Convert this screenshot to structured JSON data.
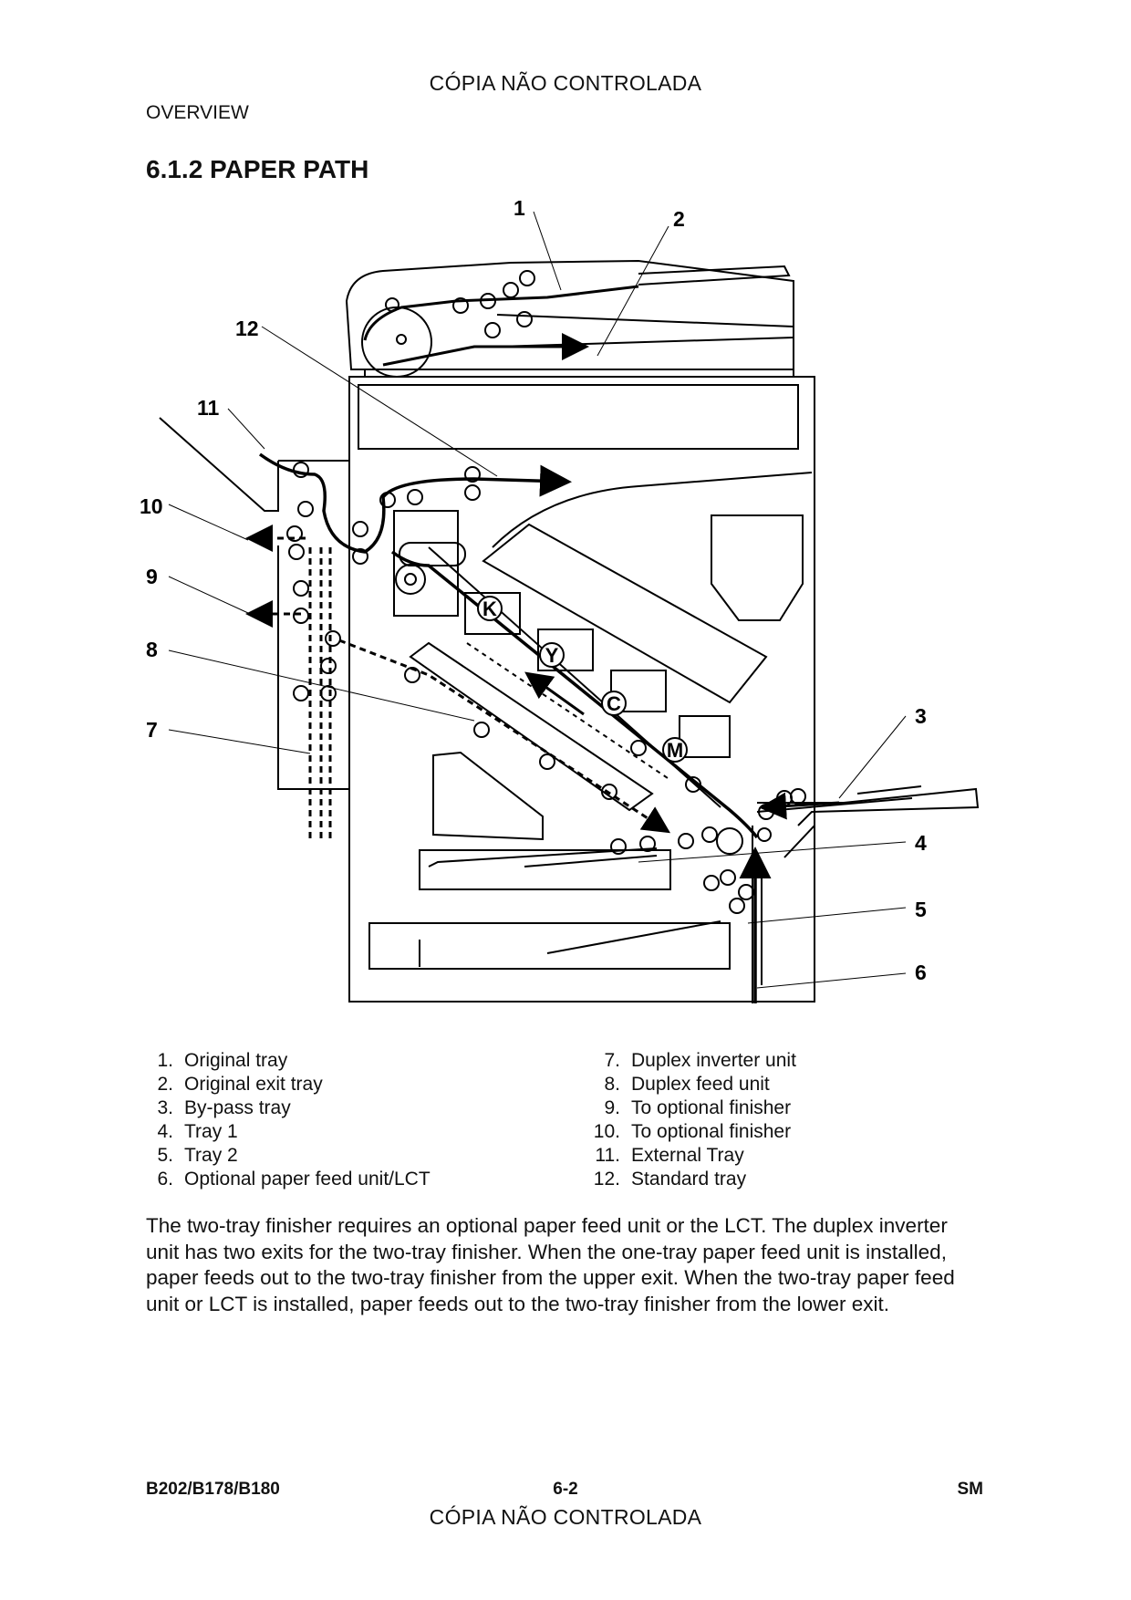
{
  "watermark": "CÓPIA NÃO CONTROLADA",
  "section": "OVERVIEW",
  "title": "6.1.2  PAPER PATH",
  "diagram": {
    "callouts": [
      "1",
      "2",
      "3",
      "4",
      "5",
      "6",
      "7",
      "8",
      "9",
      "10",
      "11",
      "12"
    ],
    "toner_labels": [
      "K",
      "Y",
      "C",
      "M"
    ]
  },
  "legend": [
    {
      "num": "1.",
      "text": "Original tray"
    },
    {
      "num": "2.",
      "text": "Original exit tray"
    },
    {
      "num": "3.",
      "text": "By-pass tray"
    },
    {
      "num": "4.",
      "text": "Tray 1"
    },
    {
      "num": "5.",
      "text": "Tray 2"
    },
    {
      "num": "6.",
      "text": "Optional paper feed unit/LCT"
    },
    {
      "num": "7.",
      "text": "Duplex inverter unit"
    },
    {
      "num": "8.",
      "text": "Duplex feed unit"
    },
    {
      "num": "9.",
      "text": "To optional finisher"
    },
    {
      "num": "10.",
      "text": "To optional finisher"
    },
    {
      "num": "11.",
      "text": "External Tray"
    },
    {
      "num": "12.",
      "text": "Standard tray"
    }
  ],
  "paragraph": "The two-tray finisher requires an optional paper feed unit or the LCT. The duplex inverter unit has two exits for the two-tray finisher. When the one-tray paper feed unit is installed, paper feeds out to the two-tray finisher from the upper exit. When the two-tray paper feed unit or LCT is installed, paper feeds out to the two-tray finisher from the lower exit.",
  "footer": {
    "model": "B202/B178/B180",
    "page": "6-2",
    "code": "SM"
  }
}
